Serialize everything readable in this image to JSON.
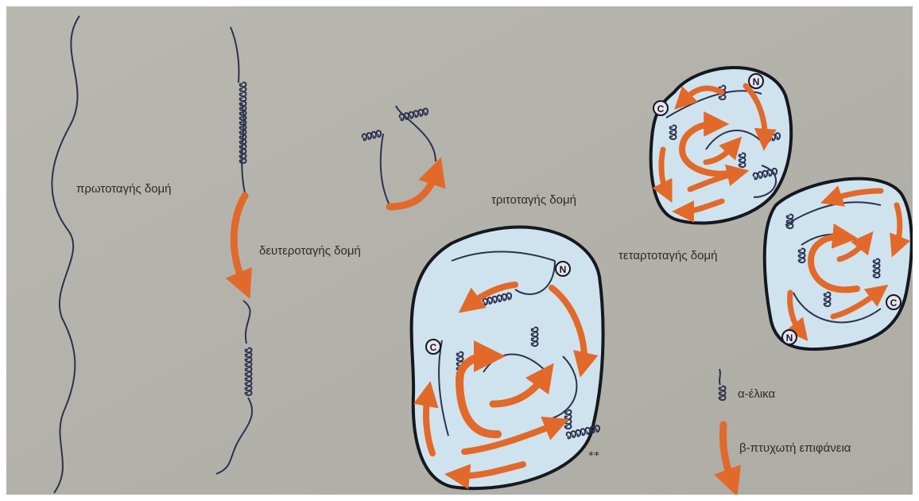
{
  "labels": {
    "primary": "πρωτοταγής δομή",
    "secondary": "δευτεροταγής δομή",
    "tertiary": "τριτοταγής δομή",
    "quaternary": "τεταρτοταγής δομή"
  },
  "legend": {
    "helix": "α-έλικα",
    "sheet": "β-πτυχωτή επιφάνεια"
  },
  "termini": {
    "n": "N",
    "c": "C"
  },
  "colors": {
    "background": "#b7b6ae",
    "chain": "#2c3250",
    "sheet_arrow": "#e2692a",
    "domain_fill": "#cfe3ee",
    "domain_outline": "#15181f"
  }
}
